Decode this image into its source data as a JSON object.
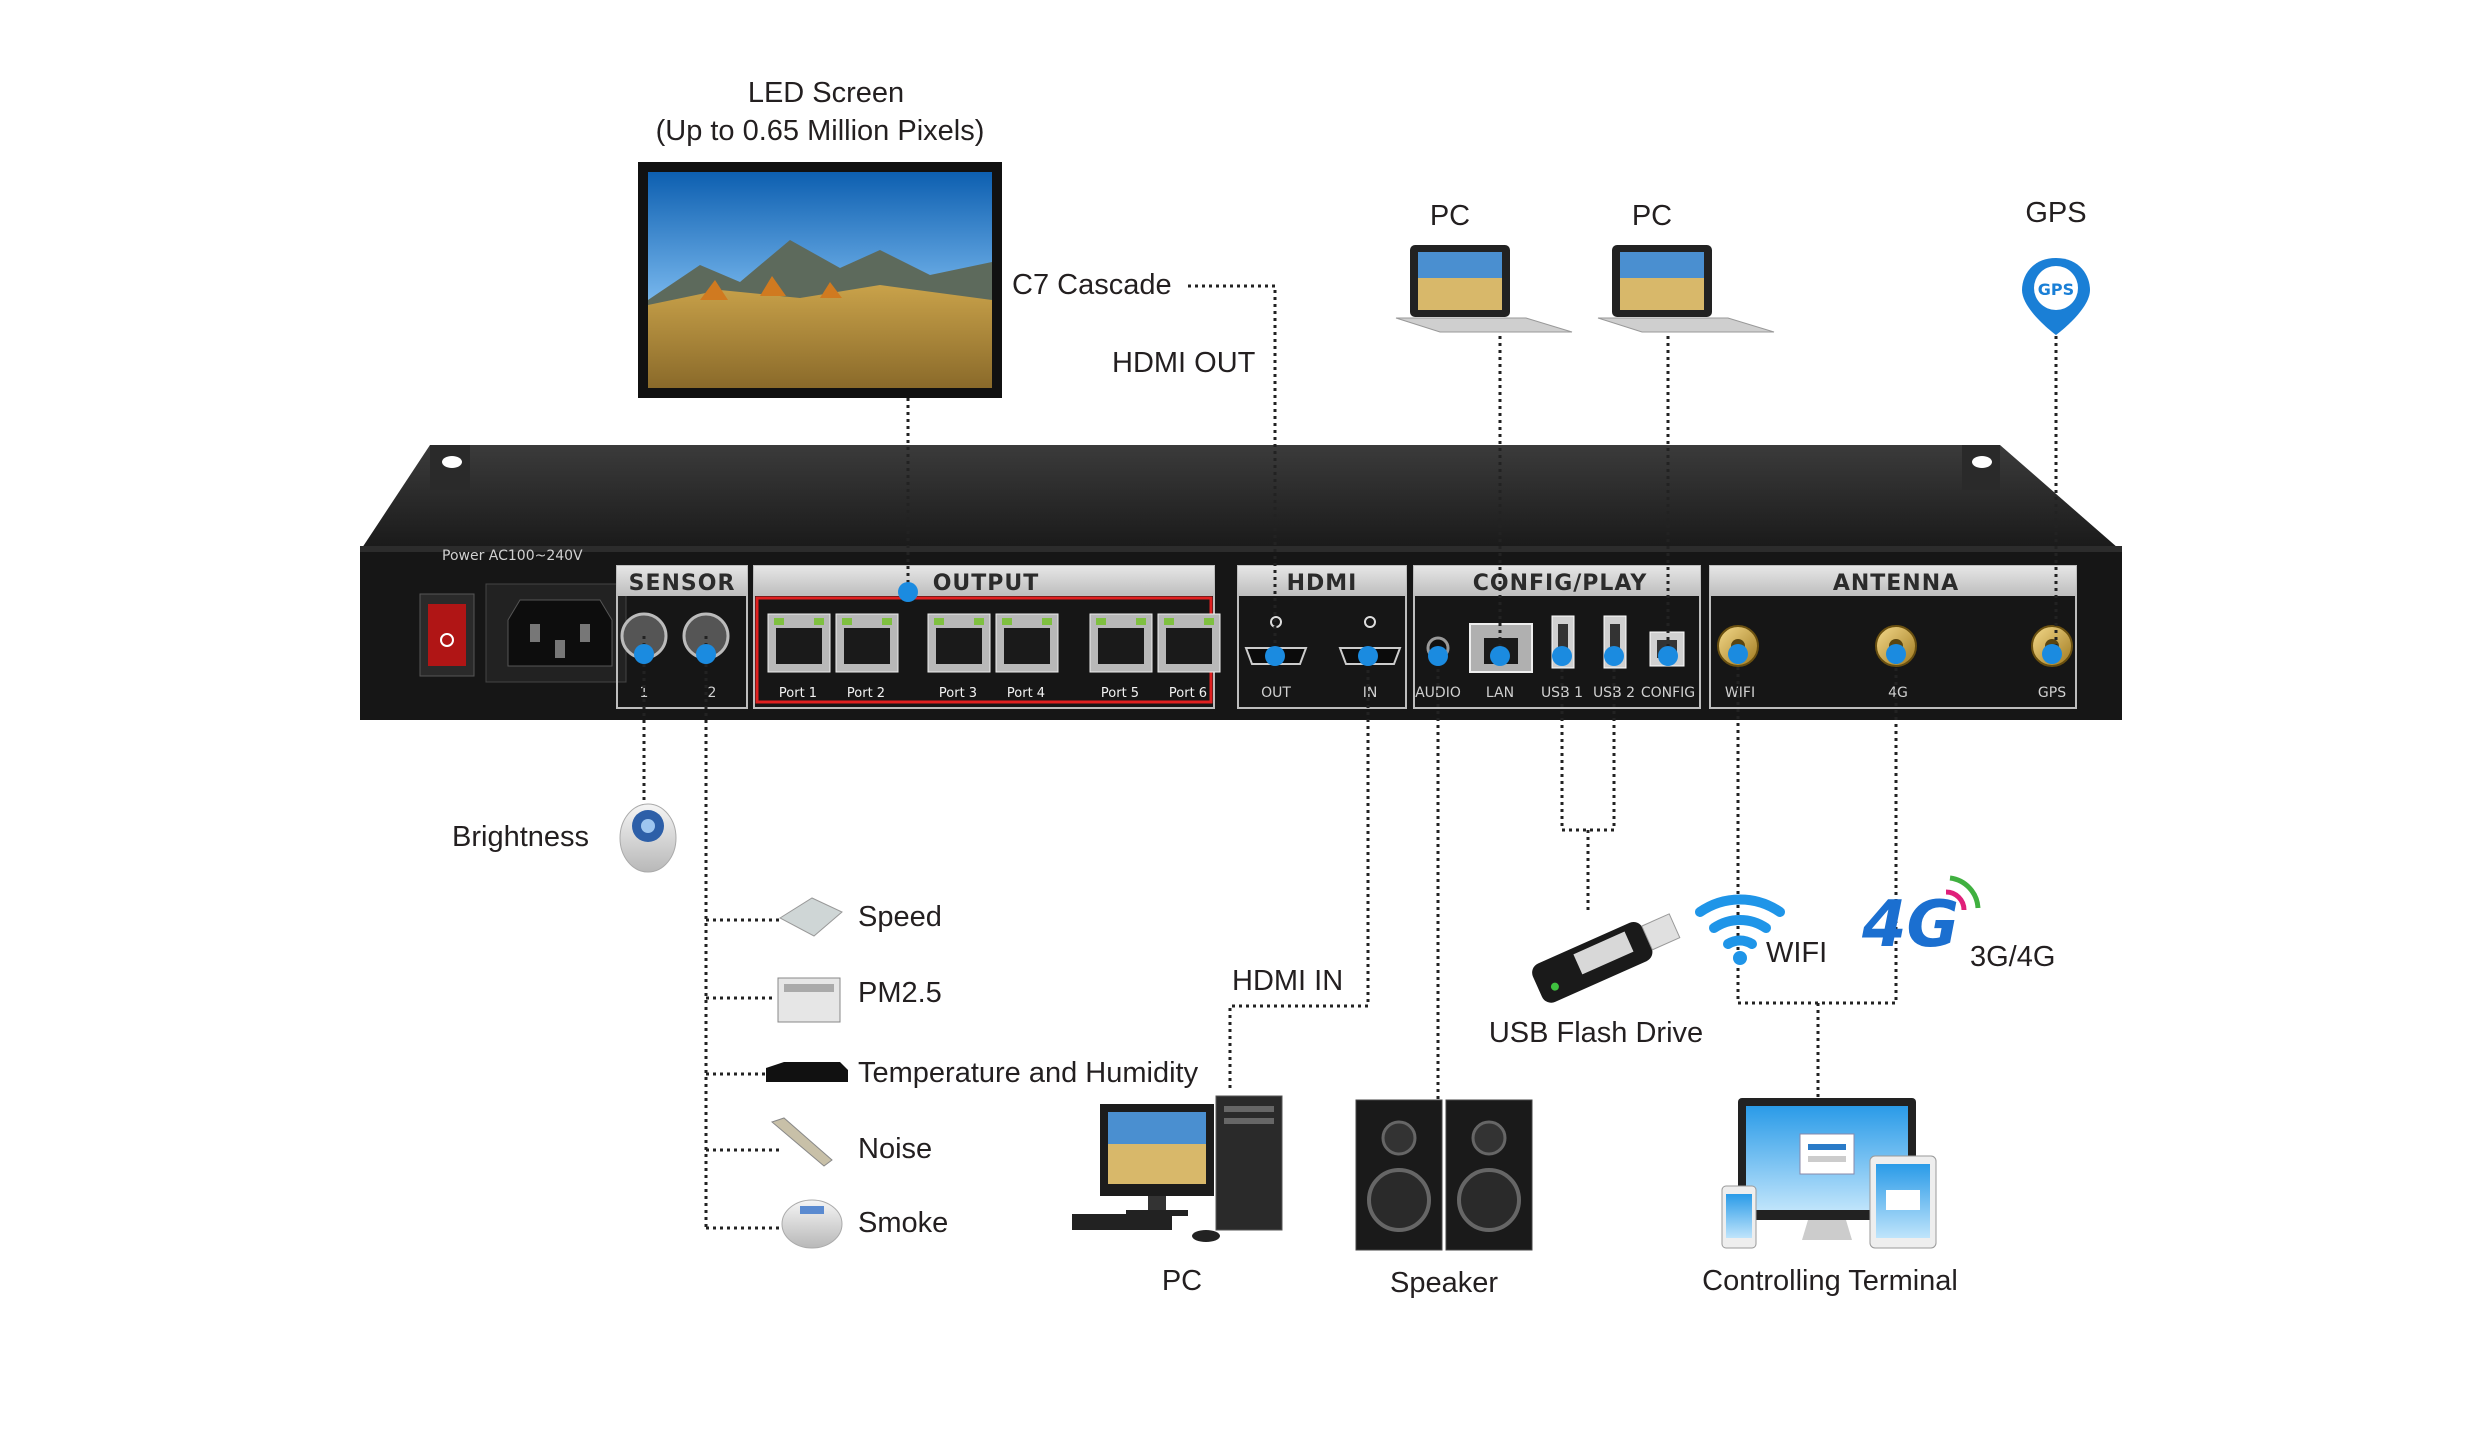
{
  "labels": {
    "led_screen_title": "LED Screen",
    "led_screen_sub": "(Up to 0.65 Million Pixels)",
    "c7_cascade": "C7 Cascade",
    "hdmi_out": "HDMI OUT",
    "pc_top_1": "PC",
    "pc_top_2": "PC",
    "gps_top": "GPS",
    "gps_pin": "GPS",
    "brightness": "Brightness",
    "speed": "Speed",
    "pm25": "PM2.5",
    "temp_humidity": "Temperature and Humidity",
    "noise": "Noise",
    "smoke": "Smoke",
    "hdmi_in": "HDMI IN",
    "pc_bottom": "PC",
    "speaker": "Speaker",
    "usb_flash": "USB Flash Drive",
    "wifi": "WIFI",
    "g4": "3G/4G",
    "g4_logo": "4G",
    "controlling_terminal": "Controlling  Terminal"
  },
  "device": {
    "power_label": "Power  AC100~240V",
    "panels": {
      "sensor": "SENSOR",
      "output": "OUTPUT",
      "hdmi": "HDMI",
      "config": "CONFIG/PLAY",
      "antenna": "ANTENNA"
    },
    "sensor_ports": [
      "1",
      "2"
    ],
    "output_ports": [
      "Port 1",
      "Port 2",
      "Port 3",
      "Port 4",
      "Port 5",
      "Port 6"
    ],
    "hdmi_ports": [
      "OUT",
      "IN"
    ],
    "config_ports": [
      "AUDIO",
      "LAN",
      "USB 1",
      "USB 2",
      "CONFIG"
    ],
    "antenna_ports": [
      "WIFI",
      "4G",
      "GPS"
    ]
  },
  "colors": {
    "connector_dot": "#1b8be0",
    "output_highlight": "#e02020",
    "device_body": "#1a1a1a"
  }
}
